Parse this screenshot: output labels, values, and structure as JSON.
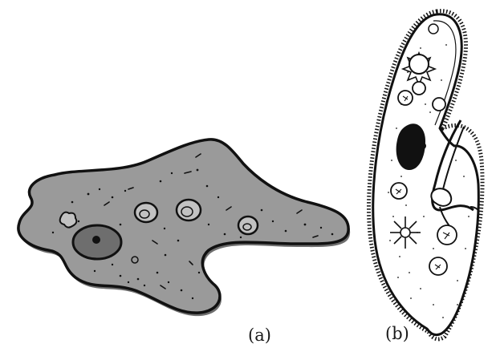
{
  "figure": {
    "panels": [
      {
        "id": "a",
        "label": "(a)",
        "subject": "amoeba",
        "fill": "#9a9a9a",
        "outline": "#111111"
      },
      {
        "id": "b",
        "label": "(b)",
        "subject": "paramecium",
        "fill": "#ffffff",
        "outline": "#111111"
      }
    ]
  }
}
